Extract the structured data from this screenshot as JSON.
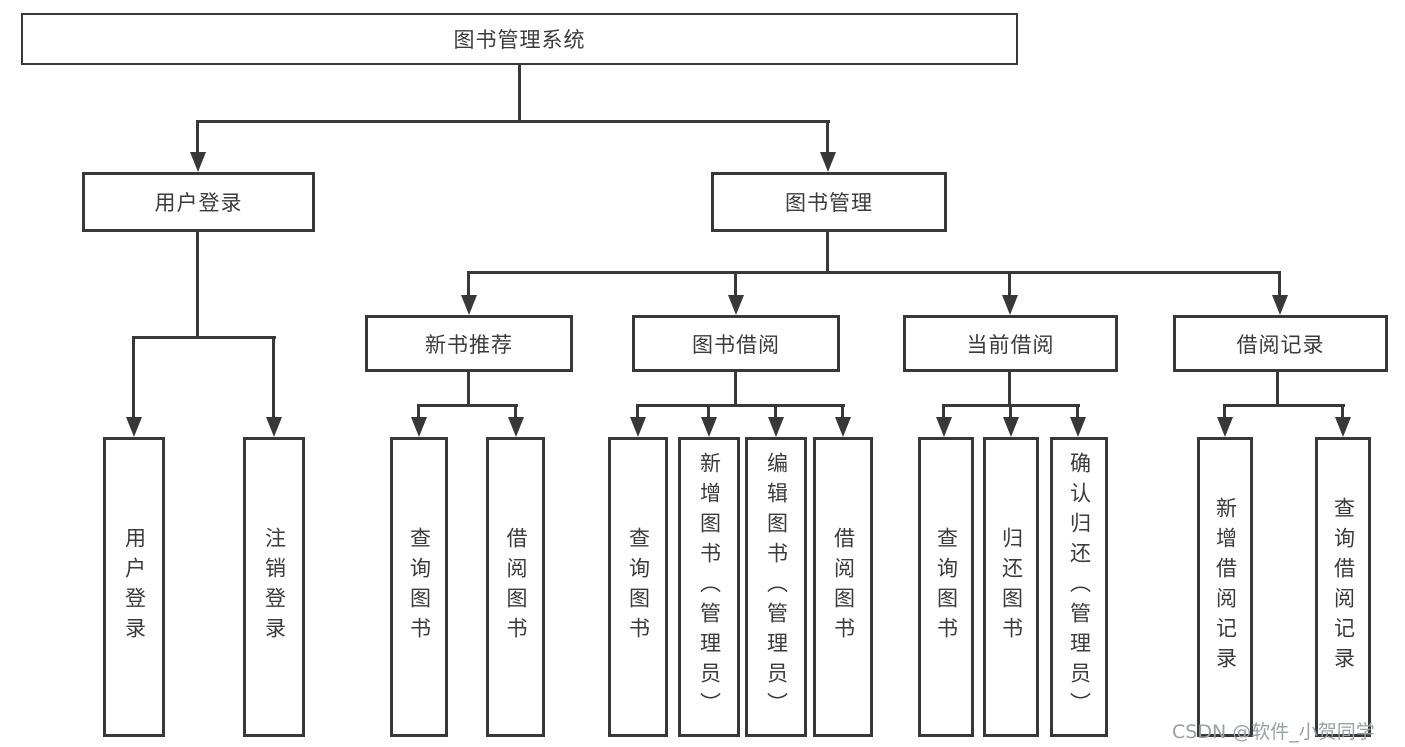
{
  "page": {
    "background": "#ffffff",
    "line_color": "#383838",
    "text_color": "#3b3b3b"
  },
  "tree": {
    "root": {
      "label": "图书管理系统"
    },
    "level2": [
      {
        "label": "用户登录"
      },
      {
        "label": "图书管理"
      }
    ],
    "level3": [
      {
        "label": "新书推荐"
      },
      {
        "label": "图书借阅"
      },
      {
        "label": "当前借阅"
      },
      {
        "label": "借阅记录"
      }
    ],
    "leaves": {
      "user_login": [
        {
          "label": "用户登录"
        },
        {
          "label": "注销登录"
        }
      ],
      "new_books": [
        {
          "label": "查询图书"
        },
        {
          "label": "借阅图书"
        }
      ],
      "book_borrow": [
        {
          "label": "查询图书"
        },
        {
          "label": "新增图书（管理员）"
        },
        {
          "label": "编辑图书（管理员）"
        },
        {
          "label": "借阅图书"
        }
      ],
      "current_borrow": [
        {
          "label": "查询图书"
        },
        {
          "label": "归还图书"
        },
        {
          "label": "确认归还（管理员）"
        }
      ],
      "borrow_records": [
        {
          "label": "新增借阅记录"
        },
        {
          "label": "查询借阅记录"
        }
      ]
    }
  },
  "watermark": {
    "text": "CSDN @软件_小贺同学",
    "color": "#9aa0a8"
  }
}
